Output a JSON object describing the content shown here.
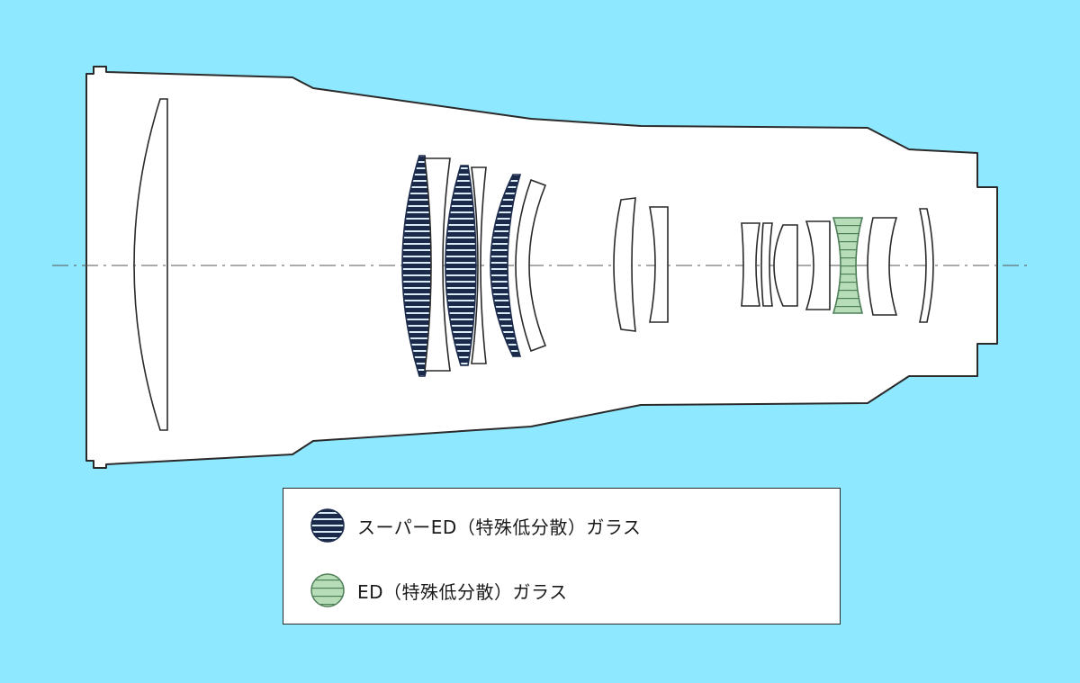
{
  "colors": {
    "background": "#8ee8ff",
    "lens_body": "#ffffff",
    "outline": "#2a2a2a",
    "super_ed": "#1b2a4a",
    "super_ed_stripe": "#d9ecf5",
    "ed": "#b6dcb8"
  },
  "legend": {
    "items": [
      {
        "label": "スーパーED（特殊低分散）ガラス",
        "type": "super_ed"
      },
      {
        "label": "ED（特殊低分散）ガラス",
        "type": "ed"
      }
    ]
  }
}
